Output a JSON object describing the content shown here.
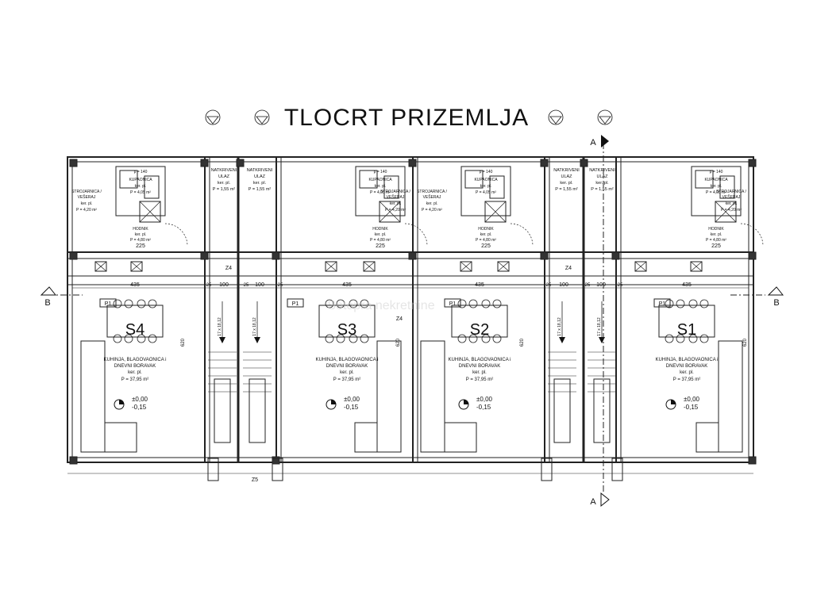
{
  "title": "TLOCRT PRIZEMLJA",
  "section_markers": {
    "a_top": "A",
    "a_bottom": "A",
    "b_left": "B",
    "b_right": "B"
  },
  "units": [
    {
      "label": "S4",
      "room": "P1",
      "name_line1": "KUHINJA, BLAGOVAONICA i",
      "name_line2": "DNEVNI BORAVAK",
      "floor": "ker. pl.",
      "area": "P = 37,95 m²",
      "level_top": "±0,00",
      "level_bottom": "-0,15"
    },
    {
      "label": "S3",
      "room": "P1",
      "name_line1": "KUHINJA, BLAGOVAONICA i",
      "name_line2": "DNEVNI BORAVAK",
      "floor": "ker. pl.",
      "area": "P = 37,95 m²",
      "level_top": "±0,00",
      "level_bottom": "-0,15"
    },
    {
      "label": "S2",
      "room": "P1",
      "name_line1": "KUHINJA, BLAGOVAONICA i",
      "name_line2": "DNEVNI BORAVAK",
      "floor": "ker. pl.",
      "area": "P = 37,95 m²",
      "level_top": "±0,00",
      "level_bottom": "-0,15"
    },
    {
      "label": "S1",
      "room": "P1",
      "name_line1": "KUHINJA, BLAGOVAONICA i",
      "name_line2": "DNEVNI BORAVAK",
      "floor": "ker. pl.",
      "area": "P = 37,95 m²",
      "level_top": "±0,00",
      "level_bottom": "-0,15"
    }
  ],
  "rooms": {
    "utility": {
      "name1": "STROJARNICA /",
      "name2": "VEŠERAJ",
      "floor": "ker. pl.",
      "area": "P = 4,20 m²"
    },
    "bathroom": {
      "name": "KUPAONICA",
      "floor": "ker. pl.",
      "area": "P = 4,05 m²",
      "door": "p = 140"
    },
    "hallway": {
      "name": "HODNIK",
      "floor": "ker. pl.",
      "area": "P = 4,80 m²"
    },
    "entrance": {
      "name1": "NATKRIVENI",
      "name2": "ULAZ",
      "floor": "ker. pl.",
      "area": "P = 1,55 m²"
    }
  },
  "dimensions": {
    "room_width": "435",
    "corridor": "100",
    "wall": "25",
    "hall": "225",
    "depth": "620",
    "stair": "17 x 18,12",
    "z4": "Z4",
    "z5": "Z5"
  },
  "watermark": "Sotopra nekretnine"
}
